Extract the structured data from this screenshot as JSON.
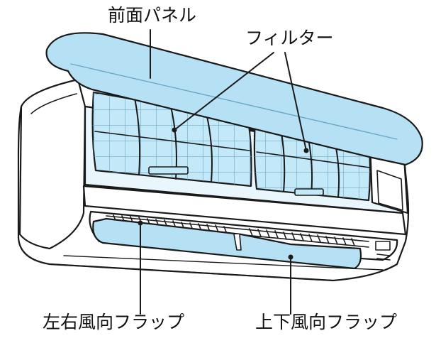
{
  "labels": {
    "front_panel": "前面パネル",
    "filter": "フィルター",
    "lr_flap": "左右風向フラップ",
    "ud_flap": "上下風向フラップ"
  },
  "colors": {
    "outline": "#1a1a1a",
    "part_blue": "#b6e1f4",
    "body_white": "#ffffff"
  }
}
